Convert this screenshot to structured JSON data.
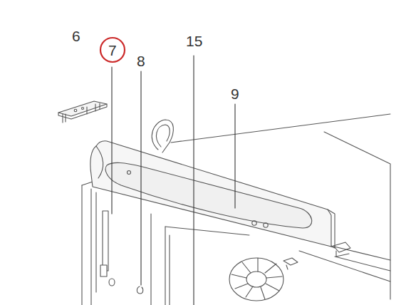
{
  "diagram": {
    "labels": [
      "6",
      "7",
      "8",
      "15",
      "9"
    ]
  }
}
